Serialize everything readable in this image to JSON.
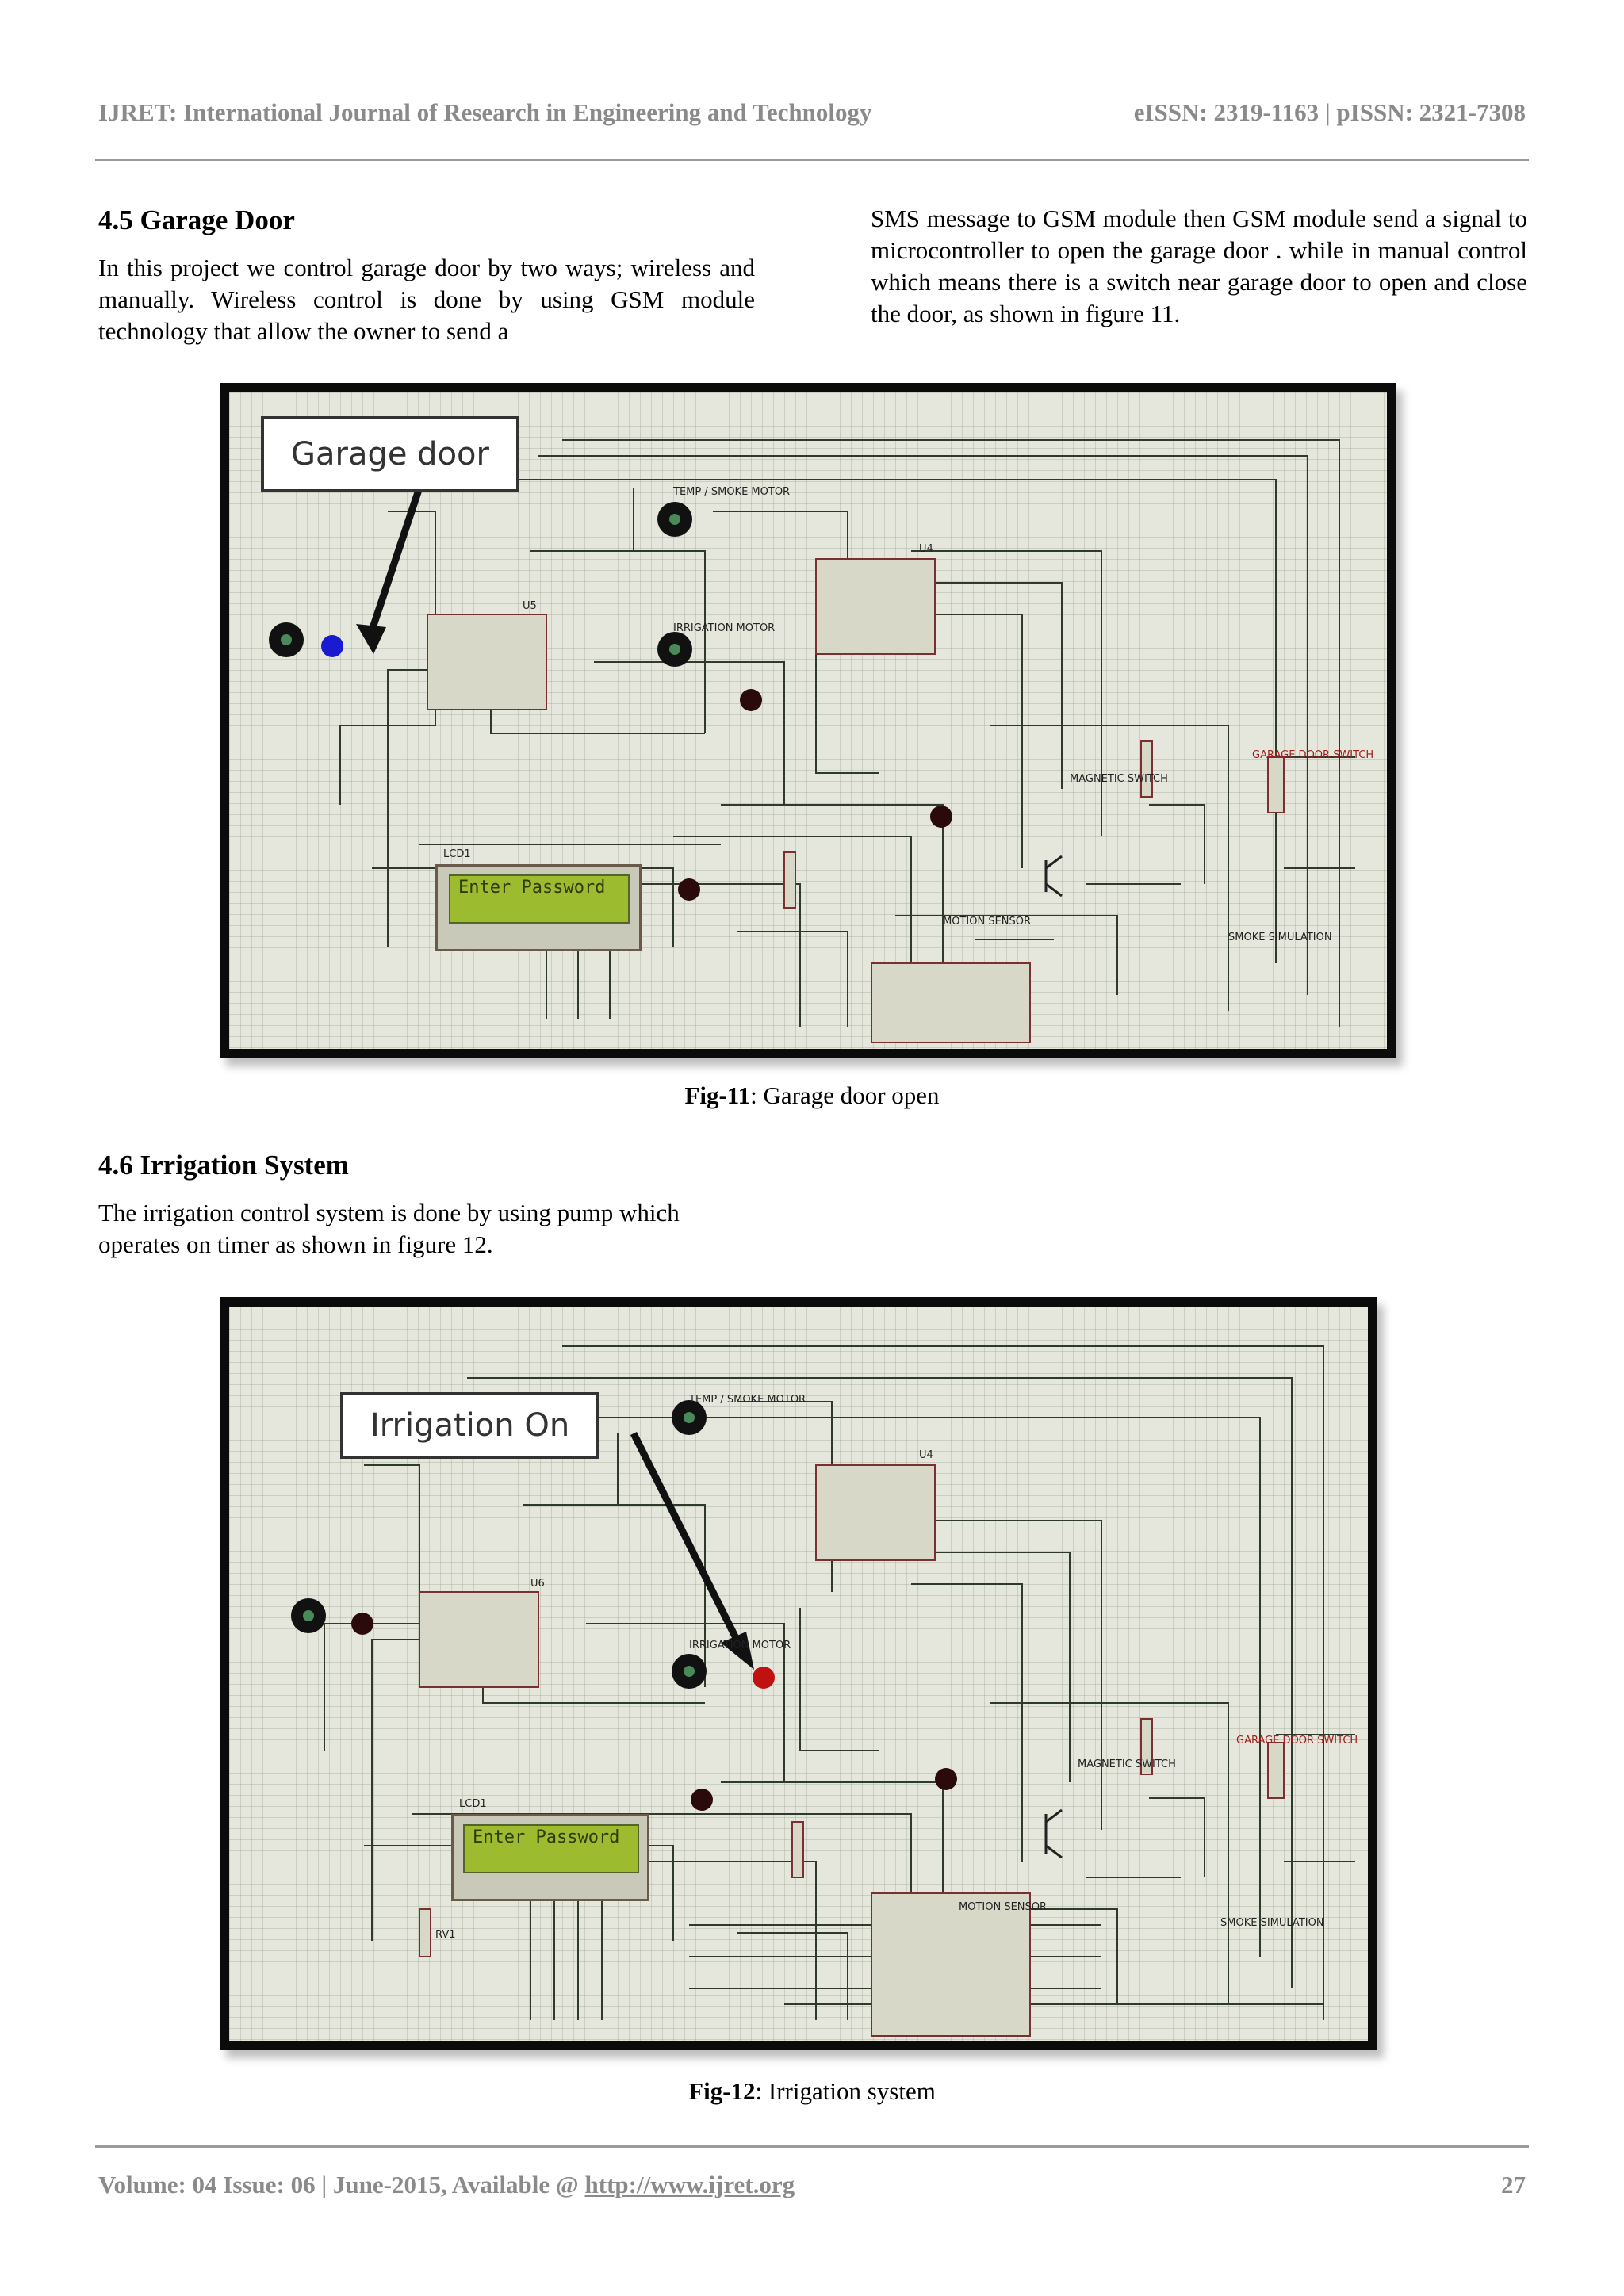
{
  "header": {
    "journal": "IJRET: International Journal of Research in Engineering and Technology",
    "issn": "eISSN: 2319-1163 | pISSN: 2321-7308"
  },
  "section_4_5": {
    "title": "4.5 Garage Door",
    "para_left": "In this project we control garage door by two ways; wireless and manually. Wireless control is done by using GSM module technology that allow the owner to send a",
    "para_right": "SMS message to GSM module then GSM module send a signal to microcontroller to open the garage door . while in manual control which means there is a switch near garage door to open and close the door, as shown in figure 11."
  },
  "figure_11": {
    "callout": "Garage door",
    "lcd_text": "Enter Password",
    "labels": {
      "temp_motor": "TEMP / SMOKE MOTOR",
      "irrigation_motor": "IRRIGATION MOTOR",
      "magnetic_switch": "MAGNETIC SWITCH",
      "motion_sensor": "MOTION SENSOR",
      "smoke_sim": "SMOKE SIMULATION",
      "garage_switch": "GARAGE DOOR SWITCH",
      "lcd": "LCD1",
      "u4": "U4",
      "u5": "U5"
    },
    "caption_label": "Fig-11",
    "caption_text": ": Garage door open"
  },
  "section_4_6": {
    "title": "4.6 Irrigation System",
    "para": "The irrigation control system is done by using pump which operates on timer as shown in figure 12."
  },
  "figure_12": {
    "callout": "Irrigation On",
    "lcd_text": "Enter Password",
    "labels": {
      "temp_motor": "TEMP / SMOKE MOTOR",
      "irrigation_motor": "IRRIGATION MOTOR",
      "magnetic_switch": "MAGNETIC SWITCH",
      "motion_sensor": "MOTION SENSOR",
      "smoke_sim": "SMOKE SIMULATION",
      "garage_switch": "GARAGE DOOR SWITCH",
      "lcd": "LCD1",
      "u4": "U4",
      "u6": "U6",
      "rv1": "RV1"
    },
    "caption_label": "Fig-12",
    "caption_text": ": Irrigation system"
  },
  "footer": {
    "volume": "Volume: 04 Issue: 06 | June-2015, Available @ ",
    "url": "http://www.ijret.org",
    "page": "27"
  }
}
